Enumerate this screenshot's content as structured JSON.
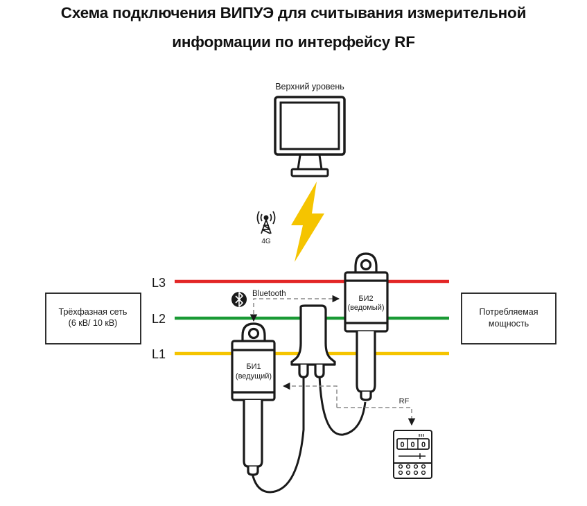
{
  "title": {
    "line1": "Схема подключения ВИПУЭ для считывания измерительной",
    "line2": "информации по интерфейсу RF"
  },
  "upper_level": {
    "label": "Верхний уровень",
    "icon": "monitor-icon"
  },
  "cellular": {
    "label": "4G",
    "icon": "cell-tower-icon",
    "link_icon": "lightning-bolt-icon"
  },
  "phases": [
    {
      "label": "L3",
      "color": "#e32626"
    },
    {
      "label": "L2",
      "color": "#1a9a35"
    },
    {
      "label": "L1",
      "color": "#f5c400"
    }
  ],
  "source_box": {
    "line1": "Трёхфазная сеть",
    "line2": "(6 кВ/ 10 кВ)"
  },
  "load_box": {
    "line1": "Потребляемая",
    "line2": "мощность"
  },
  "bluetooth": {
    "label": "Bluetooth",
    "icon": "bluetooth-icon"
  },
  "sensor_master": {
    "line1": "БИ1",
    "line2": "(ведущий)"
  },
  "sensor_slave": {
    "line1": "БИ2",
    "line2": "(ведомый)"
  },
  "rf": {
    "label": "RF"
  },
  "meter": {
    "digits": [
      "0",
      "0",
      "0"
    ],
    "icon": "electricity-meter-icon"
  },
  "colors": {
    "bolt": "#f5c400",
    "stroke": "#1a1a1a",
    "dash": "#8a8a8a"
  }
}
